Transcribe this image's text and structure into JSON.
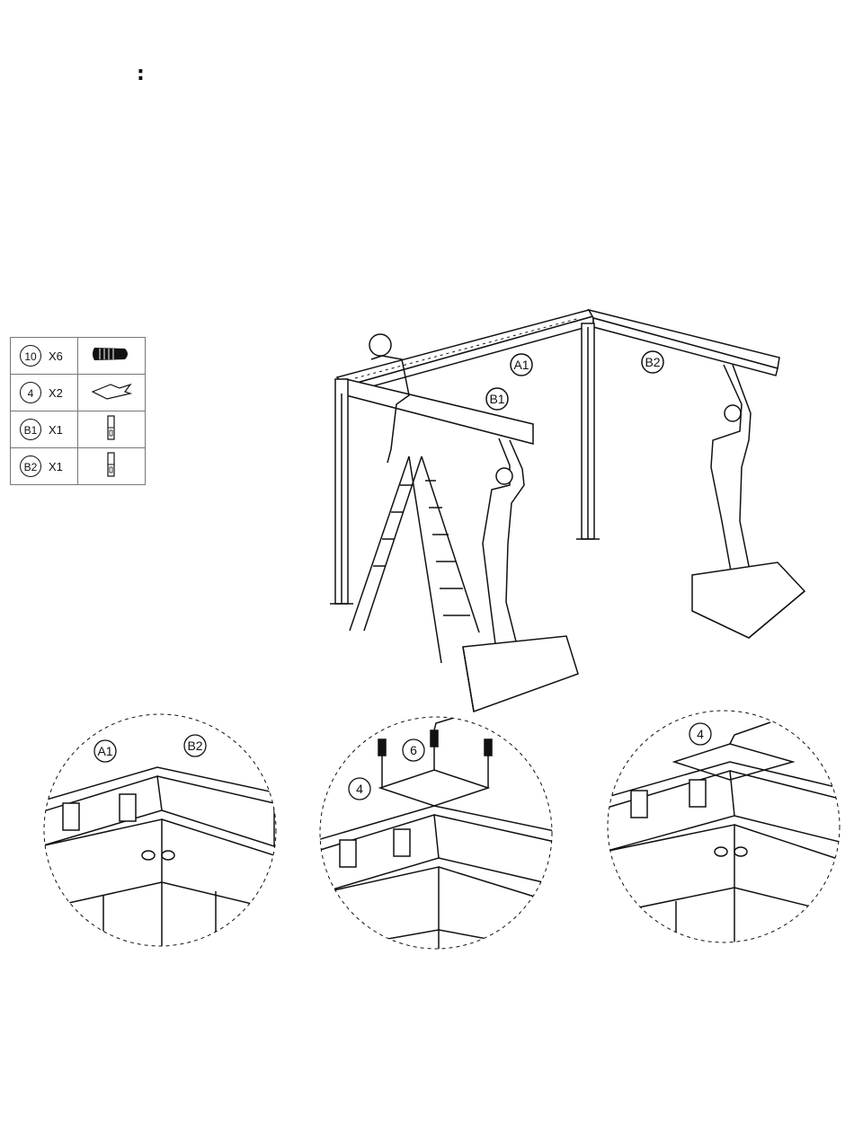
{
  "page_mark": ":",
  "parts": [
    {
      "id": "10",
      "qty": "X6",
      "icon": "bolt-icon"
    },
    {
      "id": "4",
      "qty": "X2",
      "icon": "corner-plate-icon"
    },
    {
      "id": "B1",
      "qty": "X1",
      "icon": "bracket-icon"
    },
    {
      "id": "B2",
      "qty": "X1",
      "icon": "bracket-icon"
    }
  ],
  "main_labels": {
    "a1": "A1",
    "b1": "B1",
    "b2": "B2"
  },
  "detail1": {
    "a1": "A1",
    "b2": "B2"
  },
  "detail2": {
    "plate": "4",
    "screw": "6"
  },
  "detail3": {
    "plate": "4"
  }
}
